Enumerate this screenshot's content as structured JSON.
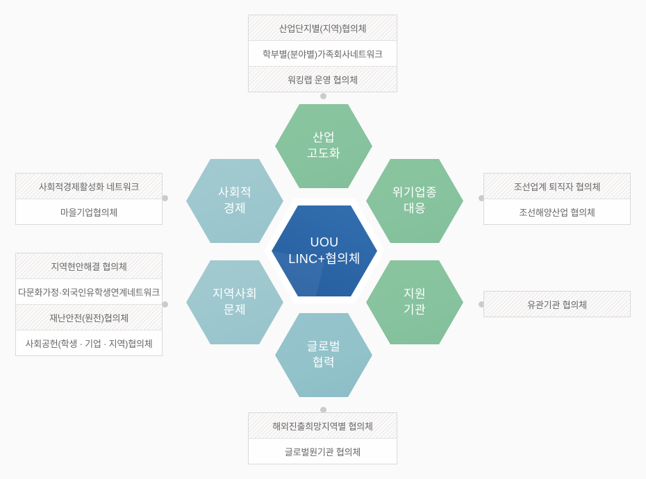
{
  "colors": {
    "background": "#fafafa",
    "hex_green": "#86c39e",
    "hex_teal": "#9dc7ce",
    "hex_teal_deep": "#92c2ca",
    "hex_center_blue": "#2d67a8",
    "box_border": "#d9d9d9",
    "box_hatch_stripe": "#ebe9e7",
    "box_text": "#666666",
    "connector_dot": "#cbcbcb",
    "hex_text": "#ffffff"
  },
  "hexagons": {
    "center": {
      "lines": [
        "UOU",
        "LINC+협의체"
      ]
    },
    "top": {
      "lines": [
        "산업",
        "고도화"
      ]
    },
    "top_right": {
      "lines": [
        "위기업종",
        "대응"
      ]
    },
    "bottom_right": {
      "lines": [
        "지원",
        "기관"
      ]
    },
    "bottom": {
      "lines": [
        "글로벌",
        "협력"
      ]
    },
    "bottom_left": {
      "lines": [
        "지역사회",
        "문제"
      ]
    },
    "top_left": {
      "lines": [
        "사회적",
        "경제"
      ]
    }
  },
  "boxes": {
    "top": {
      "rows": [
        "산업단지별(지역)협의체",
        "학부별(분야별)가족회사네트워크",
        "워킹랩 운영 협의체"
      ]
    },
    "right_top": {
      "rows": [
        "조선업계 퇴직자 협의체",
        "조선해양산업 협의체"
      ]
    },
    "right_bottom": {
      "rows": [
        "유관기관 협의체"
      ]
    },
    "left_top": {
      "rows": [
        "사회적경제활성화 네트워크",
        "마을기업협의체"
      ]
    },
    "left_bottom": {
      "rows": [
        "지역현안해결 협의체",
        "다문화가정·외국인유학생연계네트워크",
        "재난안전(원전)협의체",
        "사회공헌(학생 · 기업 · 지역)협의체"
      ]
    },
    "bottom": {
      "rows": [
        "해외진출희망지역별 협의체",
        "글로벌원기관 협의체"
      ]
    }
  }
}
